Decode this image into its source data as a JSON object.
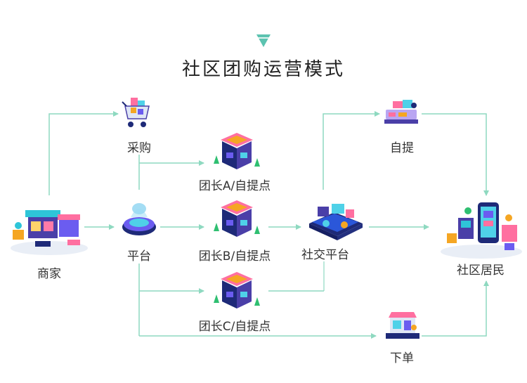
{
  "title": "社区团购运营模式",
  "colors": {
    "line": "#8ed9c0",
    "accent": "#5cc3b0",
    "navy": "#1e2a78",
    "purple": "#4a3fa8",
    "orange": "#f5a623",
    "pink": "#ff6fa0",
    "cyan": "#4fd1e8"
  },
  "nodes": {
    "merchant": {
      "label": "商家",
      "icon": "shop-icon"
    },
    "purchase": {
      "label": "采购",
      "icon": "shopping-cart-icon"
    },
    "platform": {
      "label": "平台",
      "icon": "platform-hologram-icon"
    },
    "leader_a": {
      "label": "团长A/自提点",
      "icon": "building-icon"
    },
    "leader_b": {
      "label": "团长B/自提点",
      "icon": "building-icon"
    },
    "leader_c": {
      "label": "团长C/自提点",
      "icon": "building-icon"
    },
    "social": {
      "label": "社交平台",
      "icon": "social-platform-icon"
    },
    "pickup": {
      "label": "自提",
      "icon": "pickup-icon"
    },
    "order": {
      "label": "下单",
      "icon": "order-stall-icon"
    },
    "residents": {
      "label": "社区居民",
      "icon": "residents-icon"
    }
  }
}
